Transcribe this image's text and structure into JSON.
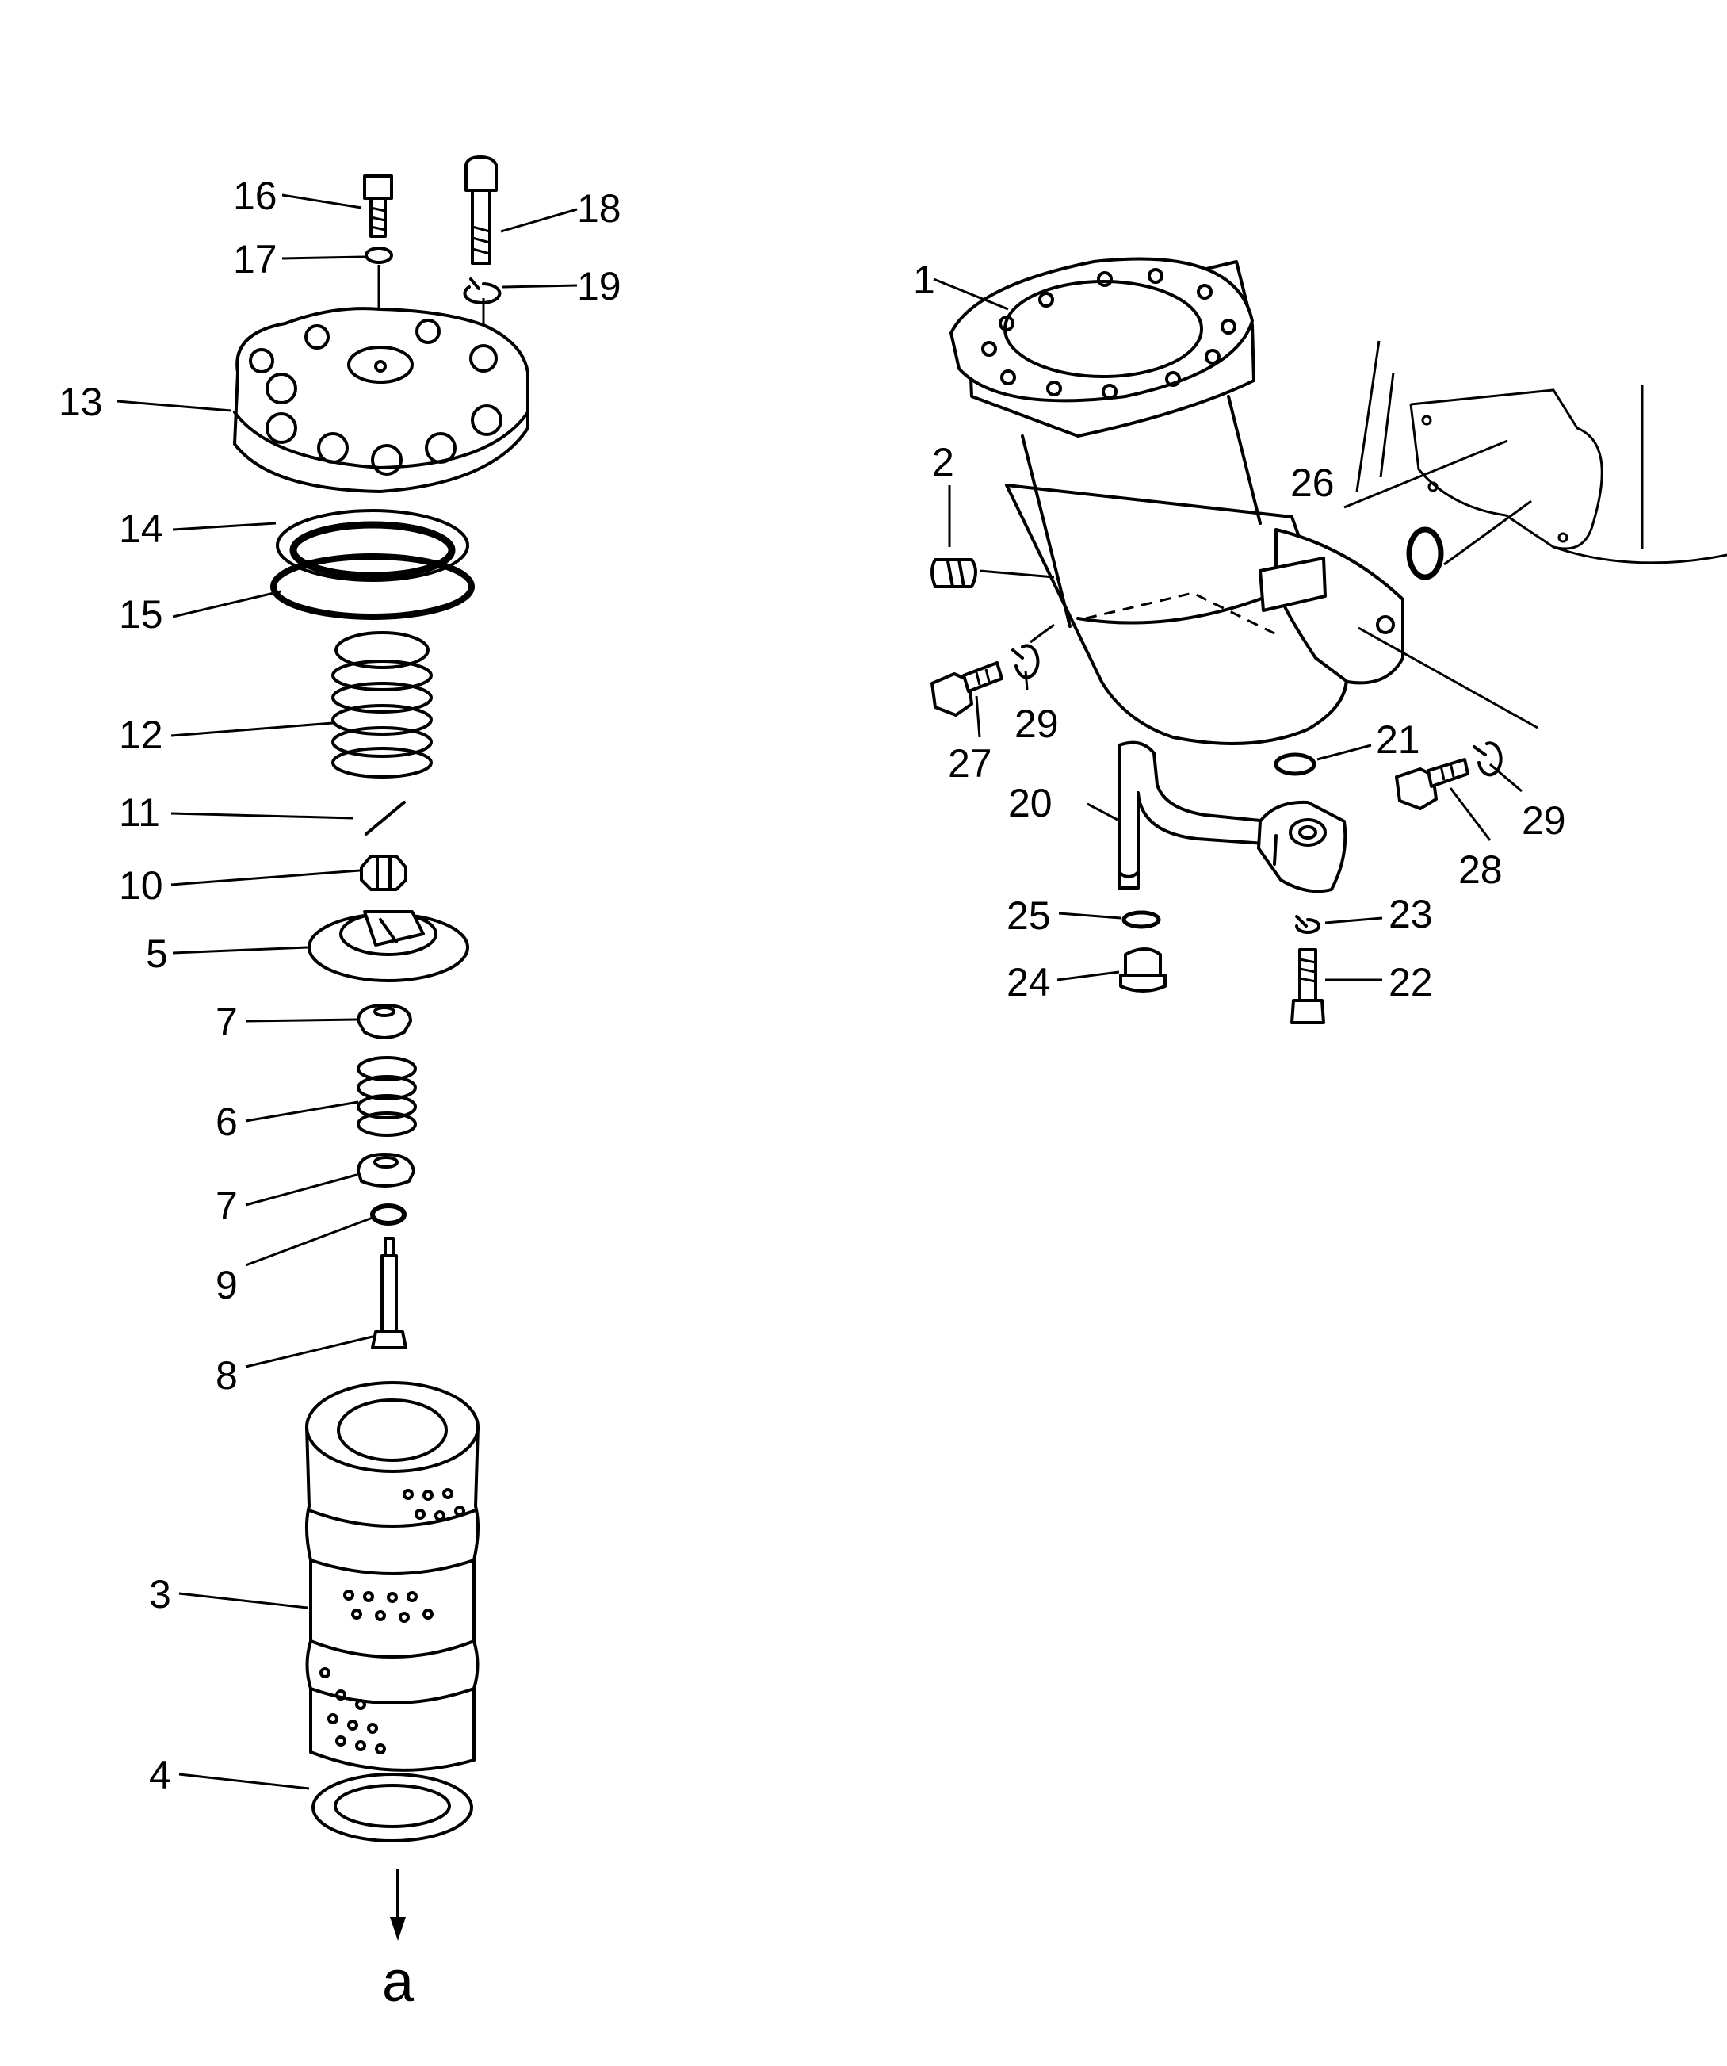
{
  "labels": {
    "p1": "1",
    "p2": "2",
    "p3": "3",
    "p4": "4",
    "p5": "5",
    "p6": "6",
    "p7a": "7",
    "p7b": "7",
    "p8": "8",
    "p9": "9",
    "p10": "10",
    "p11": "11",
    "p12": "12",
    "p13": "13",
    "p14": "14",
    "p15": "15",
    "p16": "16",
    "p17": "17",
    "p18": "18",
    "p19": "19",
    "p20": "20",
    "p21": "21",
    "p22": "22",
    "p23": "23",
    "p24": "24",
    "p25": "25",
    "p26": "26",
    "p27": "27",
    "p28": "28",
    "p29a": "29",
    "p29b": "29"
  },
  "arrow_label": "a"
}
